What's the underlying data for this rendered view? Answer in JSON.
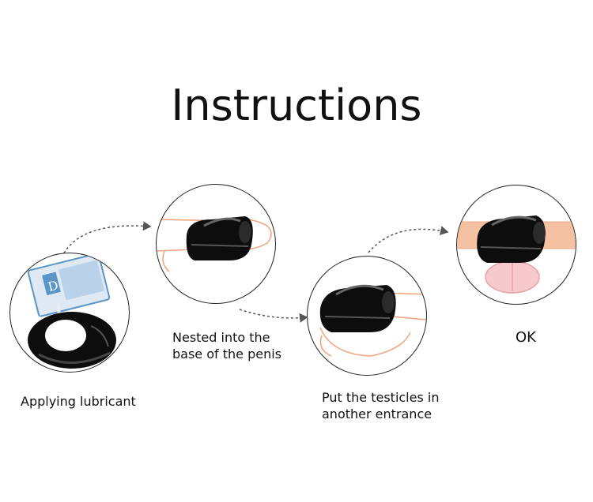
{
  "title": "Instructions",
  "steps": [
    {
      "caption_lines": [
        "Applying lubricant"
      ]
    },
    {
      "caption_lines": [
        "Nested into the",
        "base of the penis"
      ]
    },
    {
      "caption_lines": [
        "Put the testicles in",
        "another entrance"
      ]
    },
    {
      "caption_lines": [
        "OK"
      ]
    }
  ],
  "colors": {
    "ring": "#0d0d0d",
    "skin_outline": "#f3a27a",
    "skin_fill": "#f4c2a2",
    "pink": "#f6c9cc",
    "lube_packet": "#5a95c8",
    "arrow": "#555555"
  }
}
